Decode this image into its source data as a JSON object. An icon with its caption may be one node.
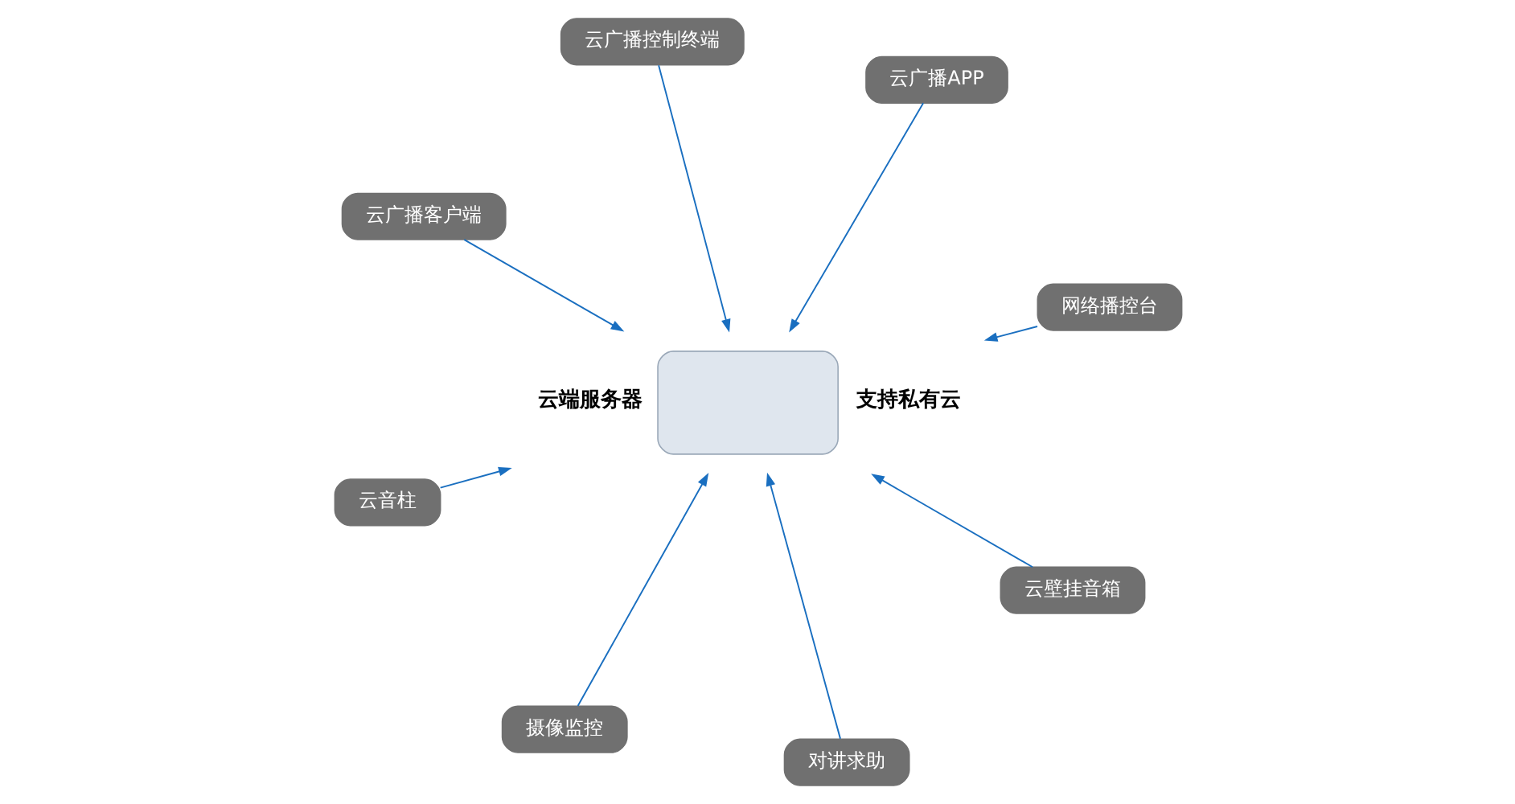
{
  "diagram": {
    "nodes": [
      {
        "text": [],
        "shape": "cloud",
        "beside": [
          "云端服务器",
          "支持私有云"
        ]
      },
      {
        "text": [
          "网络播控台"
        ]
      },
      {
        "text": [
          "摄像监控"
        ]
      },
      {
        "text": [
          "云广播客户端"
        ]
      },
      {
        "text": [
          "云广播APP"
        ]
      },
      {
        "text": [
          "云广播控制终端"
        ]
      },
      {
        "text": [
          "云音柱"
        ]
      },
      {
        "text": [
          "云壁挂音箱"
        ]
      },
      {
        "text": [
          "对讲求助"
        ]
      }
    ],
    "edges": [
      {
        "from": 1,
        "to": 0,
        "arrow": "to"
      },
      {
        "from": 2,
        "to": 0,
        "arrow": "to"
      },
      {
        "from": 3,
        "to": 0,
        "arrow": "to"
      },
      {
        "from": 4,
        "to": 0,
        "arrow": "to"
      },
      {
        "from": 5,
        "to": 0,
        "arrow": "to"
      },
      {
        "from": 6,
        "to": 0,
        "arrow": "to"
      },
      {
        "from": 7,
        "to": 0,
        "arrow": "to"
      },
      {
        "from": 8,
        "to": 0,
        "arrow": "to"
      }
    ]
  }
}
